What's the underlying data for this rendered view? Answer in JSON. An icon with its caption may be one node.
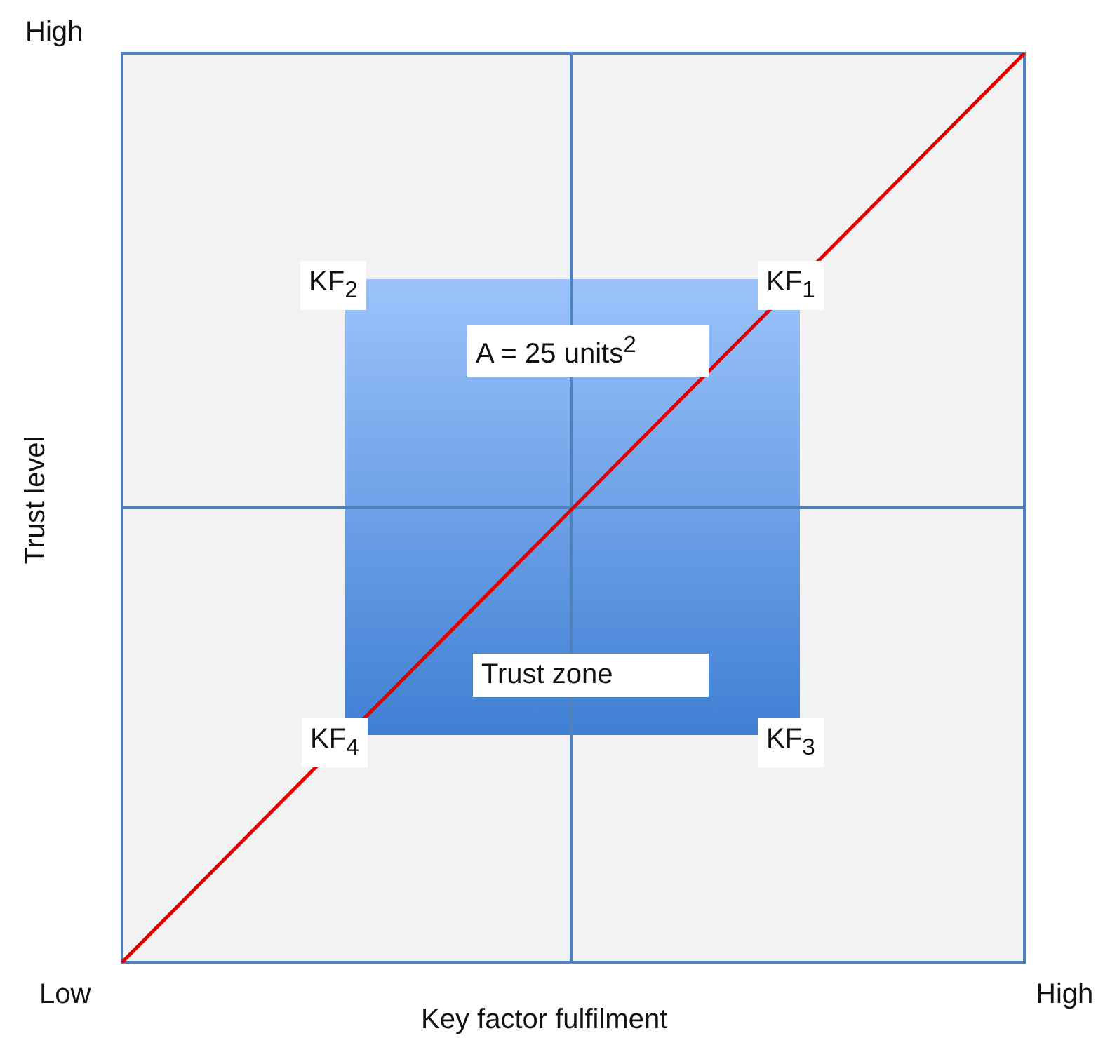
{
  "diagram": {
    "nodes": [
      {
        "text": [
          "A = 25 units$^{2}$",
          "Trust zone"
        ]
      }
    ],
    "labels": [
      "High",
      "Trust level",
      "KF$_{2}$",
      "KF$_{1}$",
      "KF$_{4}$",
      "KF$_{3}$",
      "Low",
      "High",
      "Key factor fulfilment"
    ]
  }
}
